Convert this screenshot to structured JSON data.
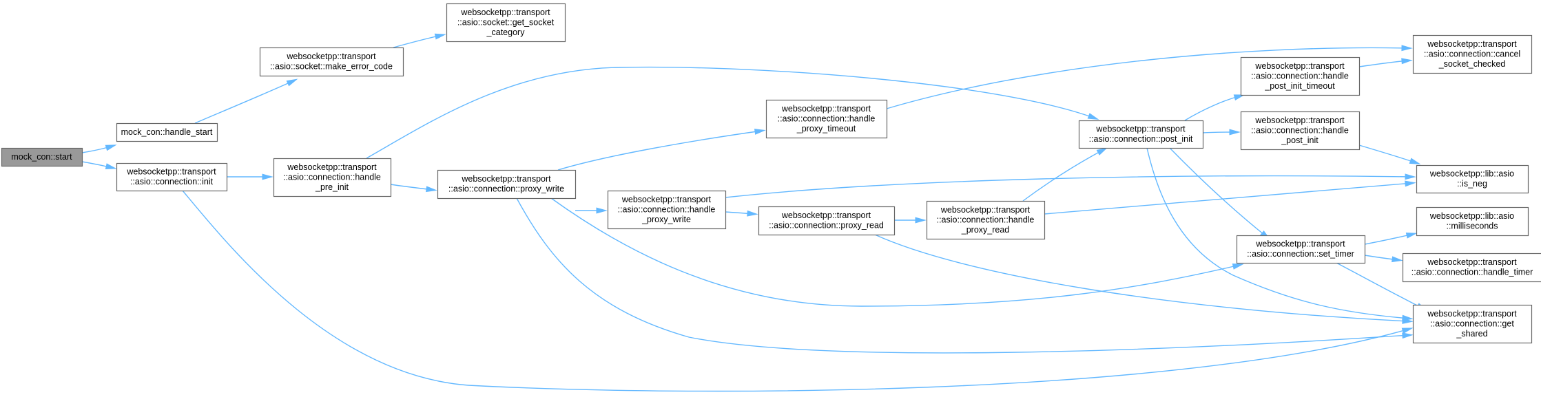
{
  "graph": {
    "colors": {
      "edge": "#63b8ff",
      "node_border": "#666666",
      "root_fill": "#999999",
      "node_fill": "#ffffff"
    },
    "nodes": [
      {
        "id": "start",
        "lines": [
          "mock_con::start"
        ],
        "root": true
      },
      {
        "id": "handle_start",
        "lines": [
          "mock_con::handle_start"
        ]
      },
      {
        "id": "conn_init",
        "lines": [
          "websocketpp::transport",
          "::asio::connection::init"
        ]
      },
      {
        "id": "make_error_code",
        "lines": [
          "websocketpp::transport",
          "::asio::socket::make_error_code"
        ]
      },
      {
        "id": "get_socket_category",
        "lines": [
          "websocketpp::transport",
          "::asio::socket::get_socket",
          "_category"
        ]
      },
      {
        "id": "handle_pre_init",
        "lines": [
          "websocketpp::transport",
          "::asio::connection::handle",
          "_pre_init"
        ]
      },
      {
        "id": "proxy_write",
        "lines": [
          "websocketpp::transport",
          "::asio::connection::proxy_write"
        ]
      },
      {
        "id": "handle_proxy_timeout",
        "lines": [
          "websocketpp::transport",
          "::asio::connection::handle",
          "_proxy_timeout"
        ]
      },
      {
        "id": "handle_proxy_write",
        "lines": [
          "websocketpp::transport",
          "::asio::connection::handle",
          "_proxy_write"
        ]
      },
      {
        "id": "proxy_read",
        "lines": [
          "websocketpp::transport",
          "::asio::connection::proxy_read"
        ]
      },
      {
        "id": "handle_proxy_read",
        "lines": [
          "websocketpp::transport",
          "::asio::connection::handle",
          "_proxy_read"
        ]
      },
      {
        "id": "post_init",
        "lines": [
          "websocketpp::transport",
          "::asio::connection::post_init"
        ]
      },
      {
        "id": "handle_post_init_timeout",
        "lines": [
          "websocketpp::transport",
          "::asio::connection::handle",
          "_post_init_timeout"
        ]
      },
      {
        "id": "handle_post_init",
        "lines": [
          "websocketpp::transport",
          "::asio::connection::handle",
          "_post_init"
        ]
      },
      {
        "id": "set_timer",
        "lines": [
          "websocketpp::transport",
          "::asio::connection::set_timer"
        ]
      },
      {
        "id": "cancel_socket_checked",
        "lines": [
          "websocketpp::transport",
          "::asio::connection::cancel",
          "_socket_checked"
        ]
      },
      {
        "id": "is_neg",
        "lines": [
          "websocketpp::lib::asio",
          "::is_neg"
        ]
      },
      {
        "id": "milliseconds",
        "lines": [
          "websocketpp::lib::asio",
          "::milliseconds"
        ]
      },
      {
        "id": "handle_timer",
        "lines": [
          "websocketpp::transport",
          "::asio::connection::handle_timer"
        ]
      },
      {
        "id": "get_shared",
        "lines": [
          "websocketpp::transport",
          "::asio::connection::get",
          "_shared"
        ]
      }
    ],
    "edges": [
      {
        "from": "start",
        "to": "handle_start"
      },
      {
        "from": "start",
        "to": "conn_init"
      },
      {
        "from": "handle_start",
        "to": "make_error_code"
      },
      {
        "from": "make_error_code",
        "to": "get_socket_category"
      },
      {
        "from": "conn_init",
        "to": "handle_pre_init"
      },
      {
        "from": "conn_init",
        "to": "get_shared"
      },
      {
        "from": "handle_pre_init",
        "to": "proxy_write"
      },
      {
        "from": "handle_pre_init",
        "to": "post_init"
      },
      {
        "from": "proxy_write",
        "to": "handle_proxy_timeout"
      },
      {
        "from": "proxy_write",
        "to": "handle_proxy_write"
      },
      {
        "from": "proxy_write",
        "to": "set_timer"
      },
      {
        "from": "proxy_write",
        "to": "get_shared"
      },
      {
        "from": "handle_proxy_timeout",
        "to": "cancel_socket_checked"
      },
      {
        "from": "handle_proxy_write",
        "to": "proxy_read"
      },
      {
        "from": "handle_proxy_write",
        "to": "is_neg"
      },
      {
        "from": "proxy_read",
        "to": "handle_proxy_read"
      },
      {
        "from": "proxy_read",
        "to": "get_shared"
      },
      {
        "from": "handle_proxy_read",
        "to": "post_init"
      },
      {
        "from": "handle_proxy_read",
        "to": "is_neg"
      },
      {
        "from": "post_init",
        "to": "handle_post_init_timeout"
      },
      {
        "from": "post_init",
        "to": "handle_post_init"
      },
      {
        "from": "post_init",
        "to": "set_timer"
      },
      {
        "from": "post_init",
        "to": "get_shared"
      },
      {
        "from": "handle_post_init_timeout",
        "to": "cancel_socket_checked"
      },
      {
        "from": "handle_post_init",
        "to": "is_neg"
      },
      {
        "from": "set_timer",
        "to": "milliseconds"
      },
      {
        "from": "set_timer",
        "to": "handle_timer"
      },
      {
        "from": "set_timer",
        "to": "get_shared"
      }
    ]
  }
}
